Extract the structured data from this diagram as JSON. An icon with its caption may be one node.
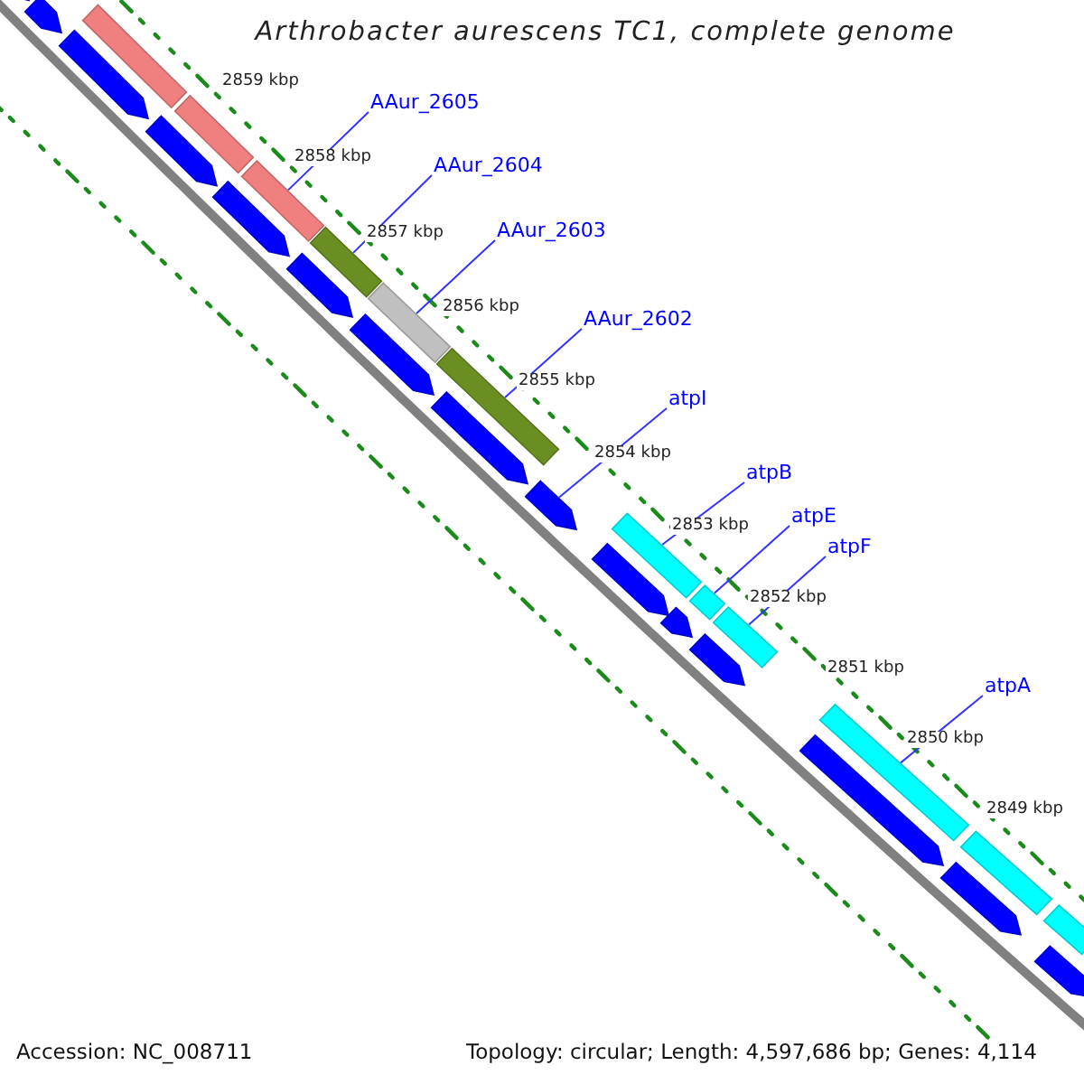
{
  "diagram": {
    "title": "Arthrobacter aurescens TC1, complete genome",
    "nodes": [
      {
        "text": [
          "AAur_2605"
        ]
      },
      {
        "text": [
          "AAur_2604"
        ]
      },
      {
        "text": [
          "AAur_2603"
        ]
      },
      {
        "text": [
          "AAur_2602"
        ]
      },
      {
        "text": [
          "atpI"
        ]
      },
      {
        "text": [
          "atpB"
        ]
      },
      {
        "text": [
          "atpE"
        ]
      },
      {
        "text": [
          "atpF"
        ]
      },
      {
        "text": [
          "atpA"
        ]
      },
      {
        "text": [],
        "shape": "bar"
      },
      {
        "text": [],
        "shape": "bar"
      },
      {
        "text": [],
        "shape": "bar"
      },
      {
        "text": [],
        "shape": "bar"
      },
      {
        "text": [],
        "shape": "bar"
      },
      {
        "text": [],
        "shape": "bar"
      },
      {
        "text": [],
        "shape": "bar"
      },
      {
        "text": [],
        "shape": "bar"
      },
      {
        "text": [],
        "shape": "bar"
      },
      {
        "text": [],
        "shape": "bar"
      },
      {
        "text": [],
        "shape": "bar"
      },
      {
        "text": [],
        "shape": "bar"
      },
      {
        "text": [],
        "shape": "bar"
      },
      {
        "text": [],
        "shape": "bar"
      },
      {
        "text": [],
        "shape": "bar"
      },
      {
        "text": [],
        "shape": "bar"
      },
      {
        "text": [],
        "shape": "bar"
      },
      {
        "text": [],
        "shape": "bar"
      },
      {
        "text": [],
        "shape": "bar"
      },
      {
        "text": [],
        "shape": "bar"
      },
      {
        "text": [],
        "shape": "bar"
      },
      {
        "text": [],
        "shape": "bar"
      },
      {
        "text": [],
        "shape": "bar"
      },
      {
        "text": [],
        "shape": "bar"
      },
      {
        "text": [],
        "shape": "bar"
      },
      {
        "text": [],
        "shape": "bar"
      },
      {
        "text": [],
        "shape": "bar"
      }
    ],
    "edges": [
      {
        "from": 0,
        "to": 11,
        "arrow": "none"
      },
      {
        "from": 1,
        "to": 12,
        "arrow": "none"
      },
      {
        "from": 2,
        "to": 13,
        "arrow": "none"
      },
      {
        "from": 3,
        "to": 14,
        "arrow": "none"
      },
      {
        "from": 4,
        "to": 29,
        "arrow": "none"
      },
      {
        "from": 5,
        "to": 15,
        "arrow": "none"
      },
      {
        "from": 6,
        "to": 16,
        "arrow": "none"
      },
      {
        "from": 7,
        "to": 17,
        "arrow": "none"
      },
      {
        "from": 8,
        "to": 18,
        "arrow": "none"
      }
    ],
    "labels": [
      "2859 kbp",
      "2858 kbp",
      "2857 kbp",
      "2856 kbp",
      "2855 kbp",
      "2854 kbp",
      "2853 kbp",
      "2852 kbp",
      "2851 kbp",
      "2850 kbp",
      "2849 kbp",
      "Accession: NC_008711",
      "Topology: circular; Length: 4,597,686 bp; Genes: 4,114"
    ]
  }
}
